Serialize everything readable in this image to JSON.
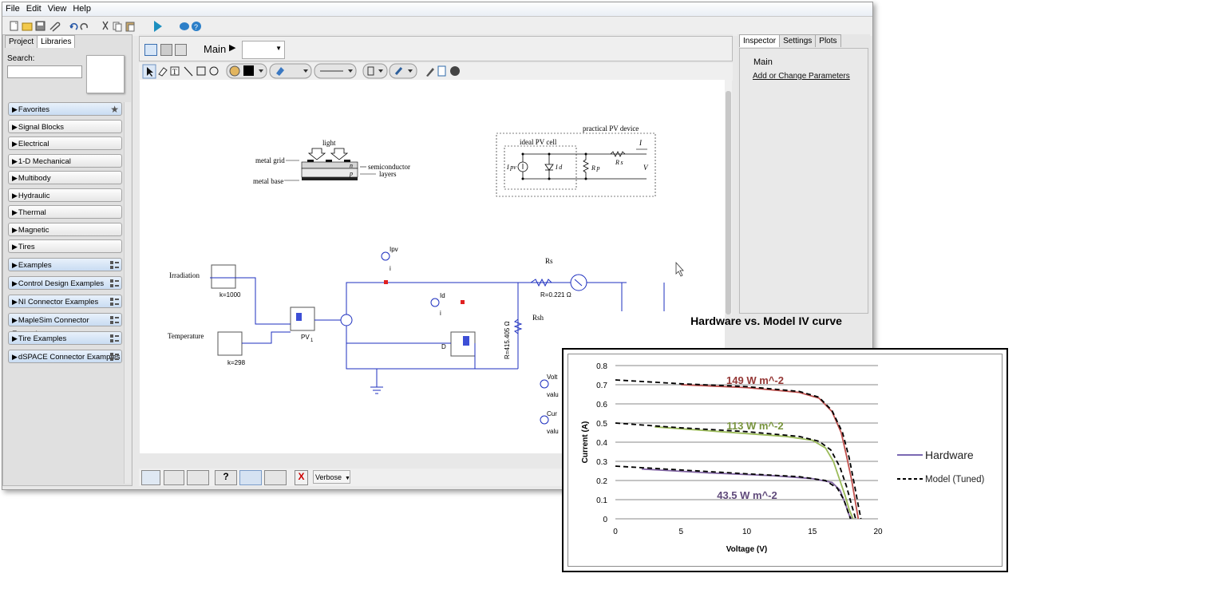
{
  "menu": [
    "File",
    "Edit",
    "View",
    "Help"
  ],
  "left_tabs": [
    "Project",
    "Libraries"
  ],
  "search_label": "Search:",
  "library_items": [
    {
      "label": "Favorites",
      "style": "blue",
      "icon": "star"
    },
    {
      "label": "Signal Blocks",
      "style": "gray",
      "icon": ""
    },
    {
      "label": "Electrical",
      "style": "gray",
      "icon": ""
    },
    {
      "label": "1-D Mechanical",
      "style": "gray",
      "icon": ""
    },
    {
      "label": "Multibody",
      "style": "gray",
      "icon": ""
    },
    {
      "label": "Hydraulic",
      "style": "gray",
      "icon": ""
    },
    {
      "label": "Thermal",
      "style": "gray",
      "icon": ""
    },
    {
      "label": "Magnetic",
      "style": "gray",
      "icon": ""
    },
    {
      "label": "Tires",
      "style": "gray",
      "icon": ""
    },
    {
      "label": "Examples",
      "style": "blue",
      "icon": "grid"
    },
    {
      "label": "Control Design Examples",
      "style": "blue",
      "icon": "grid"
    },
    {
      "label": "NI Connector Examples",
      "style": "blue",
      "icon": "grid"
    },
    {
      "label": "MapleSim Connector Examples",
      "style": "blue",
      "icon": "grid"
    },
    {
      "label": "Tire Examples",
      "style": "blue",
      "icon": "grid"
    },
    {
      "label": "dSPACE Connector Examples",
      "style": "blue",
      "icon": "grid"
    }
  ],
  "breadcrumb": "Main",
  "right_tabs": [
    "Inspector",
    "Settings",
    "Plots"
  ],
  "inspector": {
    "title": "Main",
    "link": "Add or Change Parameters"
  },
  "bottom": {
    "verbose": "Verbose"
  },
  "diagram": {
    "light": "light",
    "metal_grid": "metal grid",
    "metal_base": "metal base",
    "n": "n",
    "p": "p",
    "semiconductor": "semiconductor",
    "layers": "layers",
    "practical": "practical PV device",
    "ideal": "ideal PV cell",
    "Ipv": "I pv",
    "Id": "I d",
    "Rp": "R p",
    "Rs": "R s",
    "I": "I",
    "V": "V",
    "irradiation": "Irradiation",
    "k1000": "k=1000",
    "temperature": "Temperature",
    "k298": "k=298",
    "ipv": "Ipv",
    "i1": "i",
    "id": "Id",
    "i2": "i",
    "pv1": "PV",
    "pv1sub": "1",
    "D": "D",
    "rs": "Rs",
    "rsval": "R=0.221 Ω",
    "rsh": "Rsh",
    "rshval": "R=415.405 Ω",
    "volt": "Volt",
    "val1": "valu",
    "cur": "Cur",
    "val2": "valu"
  },
  "chart_title": "Hardware vs. Model IV curve",
  "chart_data": {
    "type": "line",
    "title": "Hardware vs. Model IV curve",
    "xlabel": "Voltage (V)",
    "ylabel": "Current (A)",
    "xlim": [
      0,
      20
    ],
    "ylim": [
      0,
      0.8
    ],
    "x_ticks": [
      "0",
      "5",
      "10",
      "15",
      "20"
    ],
    "y_ticks": [
      "0",
      "0.1",
      "0.2",
      "0.3",
      "0.4",
      "0.5",
      "0.6",
      "0.7",
      "0.8"
    ],
    "grid": true,
    "legend_position": "right",
    "legend": [
      {
        "name": "Hardware",
        "style": "solid",
        "color": "#7a68b3"
      },
      {
        "name": "Model (Tuned)",
        "style": "dashed",
        "color": "#000000"
      }
    ],
    "annotations": [
      {
        "text": "149 W m^-2",
        "color": "#953735"
      },
      {
        "text": "113 W m^-2",
        "color": "#77933c"
      },
      {
        "text": "43.5 W m^-2",
        "color": "#604a7b"
      }
    ],
    "series": [
      {
        "name": "Hardware",
        "irradiance": "149 W m^-2",
        "color": "#c0504d",
        "x": [
          5,
          10,
          14,
          15.5,
          16.5,
          17.2,
          17.6,
          18,
          18.3,
          18.5
        ],
        "y": [
          0.7,
          0.685,
          0.66,
          0.63,
          0.56,
          0.45,
          0.33,
          0.2,
          0.08,
          0
        ]
      },
      {
        "name": "Model (Tuned)",
        "irradiance": "149 W m^-2",
        "x": [
          0,
          5,
          10,
          14,
          15.5,
          16.5,
          17.3,
          17.8,
          18.2,
          18.5,
          18.7
        ],
        "y": [
          0.725,
          0.705,
          0.69,
          0.665,
          0.635,
          0.565,
          0.45,
          0.32,
          0.18,
          0.07,
          0
        ]
      },
      {
        "name": "Hardware",
        "irradiance": "113 W m^-2",
        "color": "#9bbb59",
        "x": [
          3,
          8,
          13,
          15,
          16,
          16.6,
          17.1,
          17.5,
          17.8,
          18.1
        ],
        "y": [
          0.48,
          0.455,
          0.43,
          0.41,
          0.37,
          0.3,
          0.2,
          0.12,
          0.05,
          0
        ]
      },
      {
        "name": "Model (Tuned)",
        "irradiance": "113 W m^-2",
        "x": [
          0,
          5,
          10,
          14,
          15.5,
          16.4,
          17.1,
          17.6,
          18,
          18.3
        ],
        "y": [
          0.5,
          0.475,
          0.455,
          0.43,
          0.405,
          0.36,
          0.27,
          0.17,
          0.07,
          0
        ]
      },
      {
        "name": "Hardware",
        "irradiance": "43.5 W m^-2",
        "color": "#8064a2",
        "x": [
          2,
          7,
          12,
          15,
          16.5,
          17.1,
          17.5,
          17.8,
          18
        ],
        "y": [
          0.26,
          0.24,
          0.225,
          0.21,
          0.19,
          0.15,
          0.08,
          0.02,
          0
        ]
      },
      {
        "name": "Model (Tuned)",
        "irradiance": "43.5 W m^-2",
        "x": [
          0,
          5,
          10,
          14,
          16,
          16.9,
          17.4,
          17.7,
          17.9
        ],
        "y": [
          0.275,
          0.255,
          0.235,
          0.22,
          0.2,
          0.16,
          0.1,
          0.04,
          0
        ]
      }
    ]
  }
}
